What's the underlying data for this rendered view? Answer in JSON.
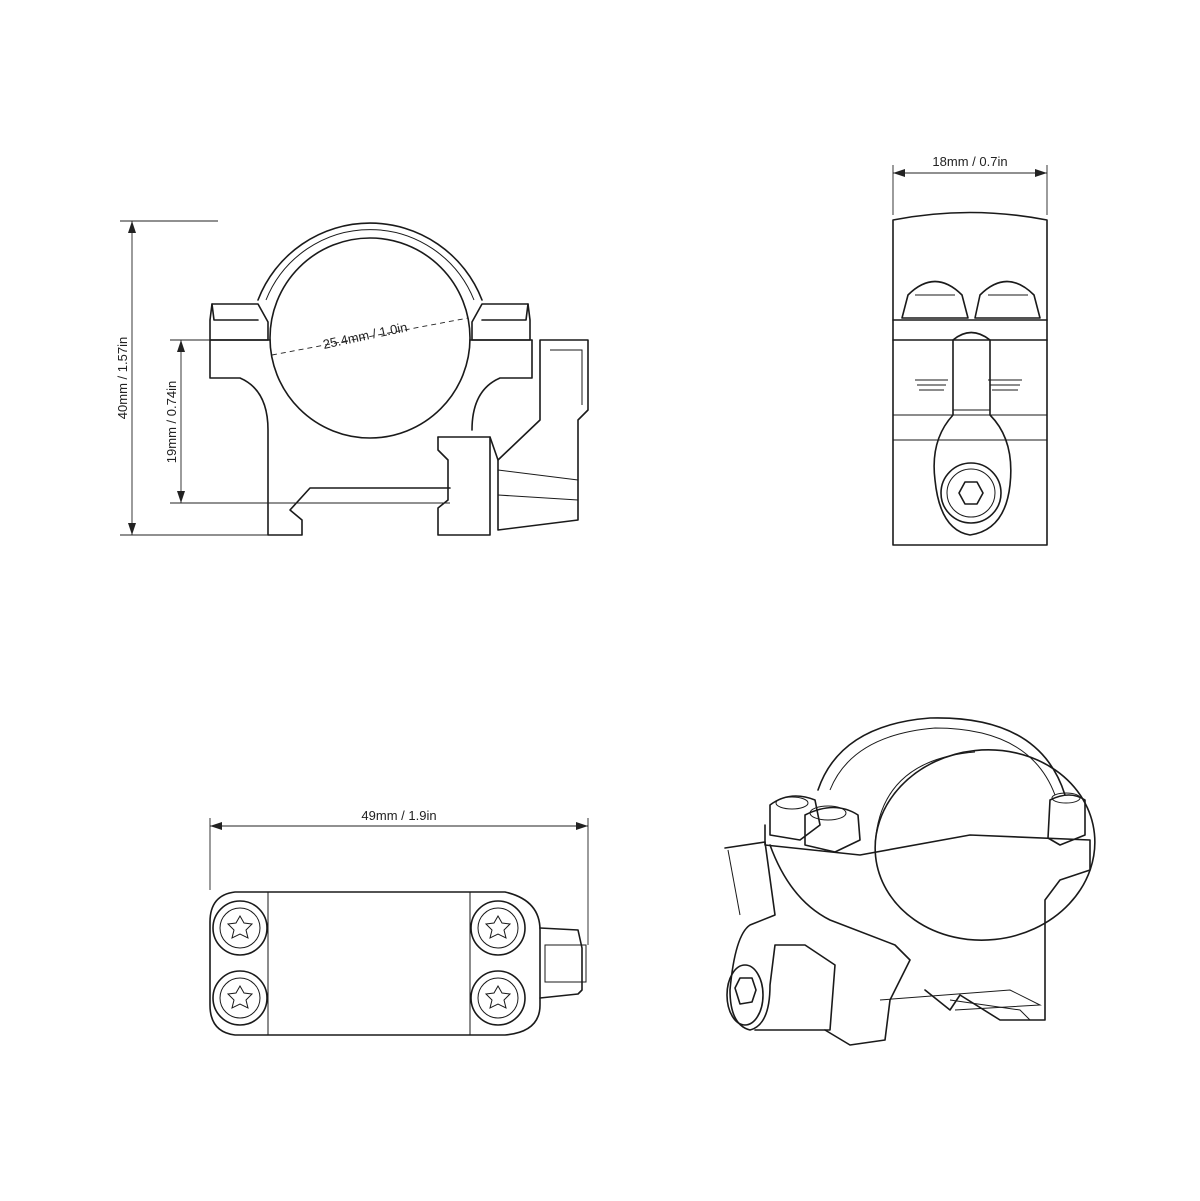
{
  "dimensions": {
    "height": "40mm / 1.57in",
    "center_height": "19mm / 0.74in",
    "tube_diameter": "25.4mm / 1.0in",
    "width": "18mm / 0.7in",
    "length": "49mm / 1.9in"
  },
  "colors": {
    "line": "#1a1a1a",
    "background": "#ffffff"
  }
}
